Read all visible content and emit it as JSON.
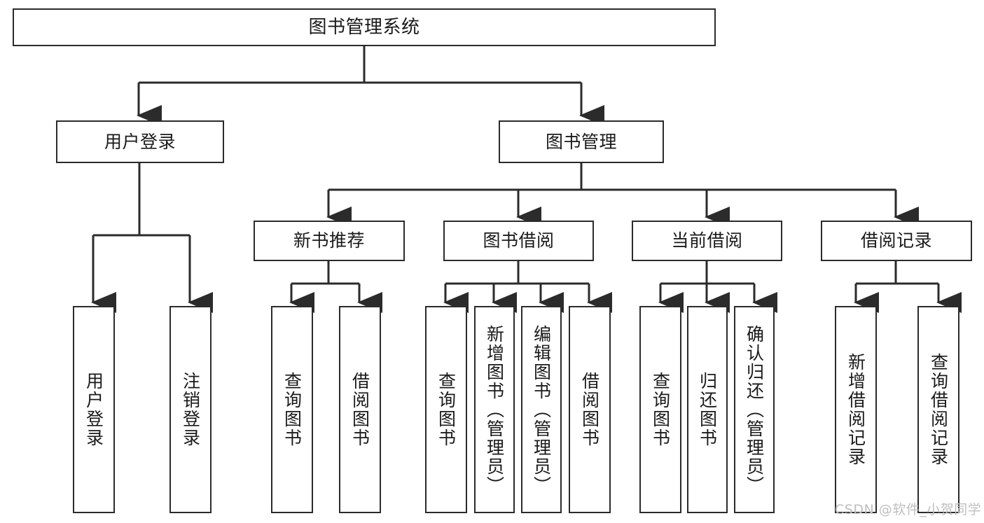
{
  "diagram": {
    "title": "图书管理系统",
    "type": "hierarchy-tree",
    "orientation": "top-down",
    "background_color": "#ffffff",
    "node_border_color": "#2b2b2b",
    "connector_color": "#2b2b2b",
    "text_color": "#1a1a1a"
  },
  "nodes": {
    "root": {
      "label": "图书管理系统"
    },
    "level1": [
      {
        "label": "用户登录"
      },
      {
        "label": "图书管理"
      }
    ],
    "level2": [
      {
        "label": "新书推荐"
      },
      {
        "label": "图书借阅"
      },
      {
        "label": "当前借阅"
      },
      {
        "label": "借阅记录"
      }
    ],
    "leaves": {
      "user_login": [
        {
          "label": "用户登录"
        },
        {
          "label": "注销登录"
        }
      ],
      "new_book_recommend": [
        {
          "label": "查询图书"
        },
        {
          "label": "借阅图书"
        }
      ],
      "book_borrow": [
        {
          "label": "查询图书"
        },
        {
          "label": "新增图书（管理员）"
        },
        {
          "label": "编辑图书（管理员）"
        },
        {
          "label": "借阅图书"
        }
      ],
      "current_borrow": [
        {
          "label": "查询图书"
        },
        {
          "label": "归还图书"
        },
        {
          "label": "确认归还（管理员）"
        }
      ],
      "borrow_record": [
        {
          "label": "新增借阅记录"
        },
        {
          "label": "查询借阅记录"
        }
      ]
    }
  },
  "watermark": {
    "text": "CSDN @软件_小贺同学",
    "color": "#bfbfbf"
  }
}
